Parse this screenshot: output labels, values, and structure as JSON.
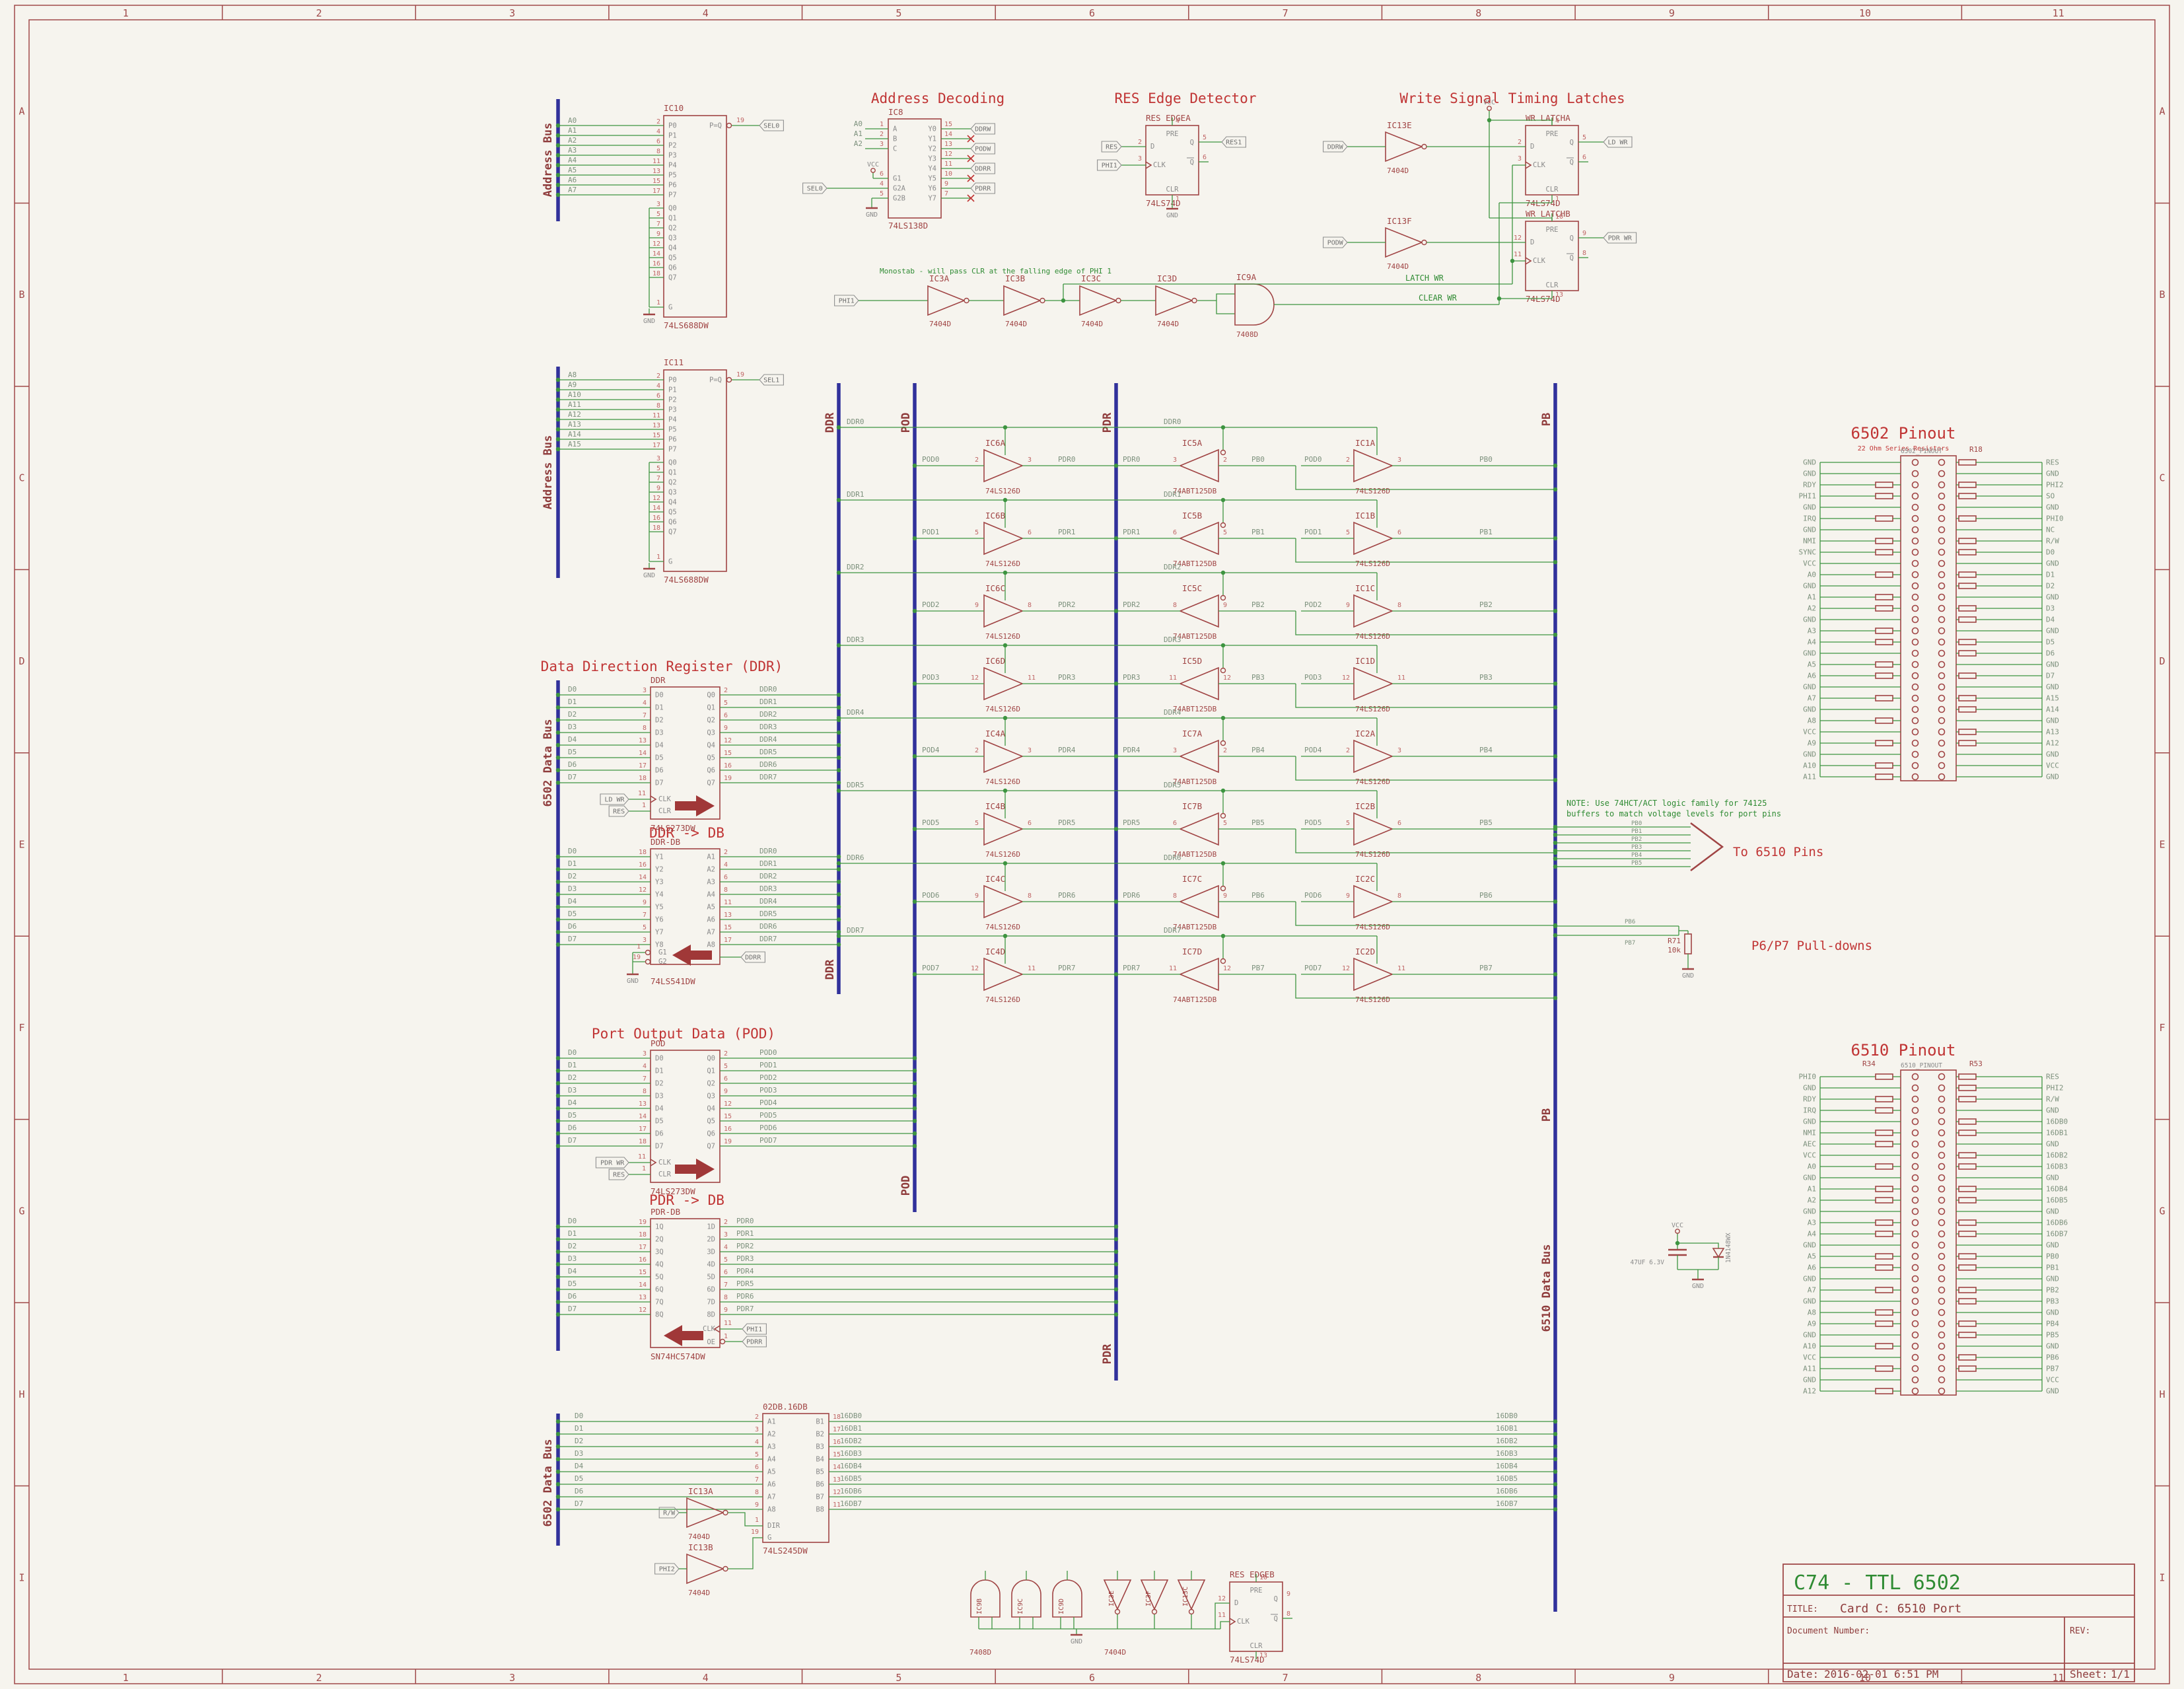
{
  "sheet": {
    "columns": [
      "1",
      "2",
      "3",
      "4",
      "5",
      "6",
      "7",
      "8",
      "9",
      "10",
      "11"
    ],
    "rows": [
      "A",
      "B",
      "C",
      "D",
      "E",
      "F",
      "G",
      "H",
      "I"
    ]
  },
  "colors": {
    "component": "#a04444",
    "wire": "#3d9440",
    "bus": "#31319b",
    "title": "#c03434",
    "project_green": "#2f8b33"
  },
  "titles": {
    "address_decoding": "Address Decoding",
    "res_edge_detector": "RES Edge Detector",
    "write_latches": "Write Signal Timing Latches",
    "ddr": "Data Direction Register (DDR)",
    "ddr_db": "DDR -> DB",
    "pod": "Port Output Data (POD)",
    "pdr_db": "PDR -> DB",
    "pinout_6502": "6502 Pinout",
    "pinout_6502_sub": "22 Ohm Series Resistors",
    "pinout_6510": "6510 Pinout",
    "to_6510_pins": "To 6510 Pins",
    "pulldowns": "P6/P7 Pull-downs"
  },
  "notes": {
    "monostab": "Monostab - will pass CLR at the falling edge of PHI 1",
    "hct1": "NOTE: Use 74HCT/ACT logic family for 74125",
    "hct2": "buffers to match voltage levels for port pins"
  },
  "net_labels": {
    "latch_wr": "LATCH WR",
    "clear_wr": "CLEAR WR"
  },
  "power": {
    "vcc": "VCC",
    "gnd": "GND"
  },
  "buses": {
    "address": "Address Bus",
    "data6502": "6502 Data Bus",
    "ddr": "DDR",
    "pod": "POD",
    "pdr": "PDR",
    "pb": "PB",
    "data6510": "6510 Data Bus"
  },
  "flags": {
    "res": "RES",
    "res1": "RES1",
    "phi1": "PHI1",
    "phi2": "PHI2",
    "rw": "R/W",
    "sel0": "SEL0",
    "sel1": "SEL1",
    "ddrw": "DDRW",
    "podw": "PODW",
    "ddrr": "DDRR",
    "pdrr": "PDRR",
    "ld_wr": "LD WR",
    "pdr_wr": "PDR WR"
  },
  "comparator": {
    "part": "74LS688DW",
    "p_names": [
      "P0",
      "P1",
      "P2",
      "P3",
      "P4",
      "P5",
      "P6",
      "P7"
    ],
    "q_names": [
      "Q0",
      "Q1",
      "Q2",
      "Q3",
      "Q4",
      "Q5",
      "Q6",
      "Q7"
    ],
    "p_nums": [
      "2",
      "4",
      "6",
      "8",
      "11",
      "13",
      "15",
      "17"
    ],
    "q_nums": [
      "3",
      "5",
      "7",
      "9",
      "12",
      "14",
      "16",
      "18"
    ],
    "g_name": "G",
    "g_num": "1",
    "out_name": "P=Q",
    "out_num": "19",
    "ic10": {
      "name": "IC10",
      "addr": [
        "A0",
        "A1",
        "A2",
        "A3",
        "A4",
        "A5",
        "A6",
        "A7"
      ],
      "flag": "SEL0"
    },
    "ic11": {
      "name": "IC11",
      "addr": [
        "A8",
        "A9",
        "A10",
        "A11",
        "A12",
        "A13",
        "A14",
        "A15"
      ],
      "flag": "SEL1"
    }
  },
  "decoder": {
    "name": "IC8",
    "part": "74LS138D",
    "in_names": [
      "A",
      "B",
      "C"
    ],
    "in_nums": [
      "1",
      "2",
      "3"
    ],
    "in_nets": [
      "A0",
      "A1",
      "A2"
    ],
    "en_names": [
      "G1",
      "G2A",
      "G2B"
    ],
    "en_nums": [
      "6",
      "4",
      "5"
    ],
    "out_names": [
      "Y0",
      "Y1",
      "Y2",
      "Y3",
      "Y4",
      "Y5",
      "Y6",
      "Y7"
    ],
    "out_nums": [
      "15",
      "14",
      "13",
      "12",
      "11",
      "10",
      "9",
      "7"
    ],
    "out_flags": [
      "DDRW",
      "",
      "PODW",
      "",
      "DDRR",
      "",
      "PDRR",
      ""
    ]
  },
  "ffs": {
    "part": "74LS74D",
    "pins": {
      "pre": "PRE",
      "d": "D",
      "clk": "CLK",
      "clr": "CLR",
      "q": "Q"
    },
    "unit_a": {
      "pre": "4",
      "d": "2",
      "clk": "3",
      "clr": "1",
      "q": "5",
      "qb": "6"
    },
    "unit_b": {
      "pre": "10",
      "d": "12",
      "clk": "11",
      "clr": "13",
      "q": "9",
      "qb": "8"
    },
    "res_edge_a": {
      "name": "RES EDGEA"
    },
    "res_edge_b": {
      "name": "RES EDGEB"
    },
    "wr_latch_a": {
      "name": "WR LATCHA"
    },
    "wr_latch_b": {
      "name": "WR LATCHB"
    }
  },
  "inverters": {
    "part": "7404D",
    "chain": [
      "IC3A",
      "IC3B",
      "IC3C",
      "IC3D"
    ],
    "latch_drivers": [
      "IC13E",
      "IC13F"
    ],
    "latch_driver_flags": [
      "DDRW",
      "PODW"
    ],
    "bus_drivers": [
      "IC13A",
      "IC13B"
    ],
    "bus_driver_flags": [
      "R/W",
      "PHI2"
    ],
    "spare": [
      "IC3E",
      "IC3F",
      "IC13C"
    ]
  },
  "and_gate": {
    "name": "IC9A",
    "part": "7408D",
    "spare": [
      "IC9B",
      "IC9C",
      "IC9D"
    ]
  },
  "buffer_cols": {
    "left_part": "74LS126D",
    "mid_part": "74ABT125DB",
    "right_part": "74LS126D"
  },
  "buffer_rows": [
    {
      "left": "IC6A",
      "mid": "IC5A",
      "right": "IC1A",
      "ddr": "DDR0",
      "pod": "POD0",
      "pdr": "PDR0",
      "pb": "PB0",
      "in": "2",
      "out": "3"
    },
    {
      "left": "IC6B",
      "mid": "IC5B",
      "right": "IC1B",
      "ddr": "DDR1",
      "pod": "POD1",
      "pdr": "PDR1",
      "pb": "PB1",
      "in": "5",
      "out": "6"
    },
    {
      "left": "IC6C",
      "mid": "IC5C",
      "right": "IC1C",
      "ddr": "DDR2",
      "pod": "POD2",
      "pdr": "PDR2",
      "pb": "PB2",
      "in": "9",
      "out": "8"
    },
    {
      "left": "IC6D",
      "mid": "IC5D",
      "right": "IC1D",
      "ddr": "DDR3",
      "pod": "POD3",
      "pdr": "PDR3",
      "pb": "PB3",
      "in": "12",
      "out": "11"
    },
    {
      "left": "IC4A",
      "mid": "IC7A",
      "right": "IC2A",
      "ddr": "DDR4",
      "pod": "POD4",
      "pdr": "PDR4",
      "pb": "PB4",
      "in": "2",
      "out": "3"
    },
    {
      "left": "IC4B",
      "mid": "IC7B",
      "right": "IC2B",
      "ddr": "DDR5",
      "pod": "POD5",
      "pdr": "PDR5",
      "pb": "PB5",
      "in": "5",
      "out": "6"
    },
    {
      "left": "IC4C",
      "mid": "IC7C",
      "right": "IC2C",
      "ddr": "DDR6",
      "pod": "POD6",
      "pdr": "PDR6",
      "pb": "PB6",
      "in": "9",
      "out": "8"
    },
    {
      "left": "IC4D",
      "mid": "IC7D",
      "right": "IC2D",
      "ddr": "DDR7",
      "pod": "POD7",
      "pdr": "PDR7",
      "pb": "PB7",
      "in": "12",
      "out": "11"
    }
  ],
  "data_nets": [
    "D0",
    "D1",
    "D2",
    "D3",
    "D4",
    "D5",
    "D6",
    "D7"
  ],
  "ddr_nets": [
    "DDR0",
    "DDR1",
    "DDR2",
    "DDR3",
    "DDR4",
    "DDR5",
    "DDR6",
    "DDR7"
  ],
  "pod_nets": [
    "POD0",
    "POD1",
    "POD2",
    "POD3",
    "POD4",
    "POD5",
    "POD6",
    "POD7"
  ],
  "pdr_nets": [
    "PDR0",
    "PDR1",
    "PDR2",
    "PDR3",
    "PDR4",
    "PDR5",
    "PDR6",
    "PDR7"
  ],
  "pb_nets": [
    "PB0",
    "PB1",
    "PB2",
    "PB3",
    "PB4",
    "PB5",
    "PB6",
    "PB7"
  ],
  "db16_nets": [
    "16DB0",
    "16DB1",
    "16DB2",
    "16DB3",
    "16DB4",
    "16DB5",
    "16DB6",
    "16DB7"
  ],
  "registers": {
    "ddr": {
      "name": "DDR",
      "part": "74LS273DW",
      "left_names": [
        "D0",
        "D1",
        "D2",
        "D3",
        "D4",
        "D5",
        "D6",
        "D7"
      ],
      "right_names": [
        "Q0",
        "Q1",
        "Q2",
        "Q3",
        "Q4",
        "Q5",
        "Q6",
        "Q7"
      ],
      "left_nums": [
        "3",
        "4",
        "7",
        "8",
        "13",
        "14",
        "17",
        "18"
      ],
      "right_nums": [
        "2",
        "5",
        "6",
        "9",
        "12",
        "15",
        "16",
        "19"
      ],
      "clk_name": "CLK",
      "clr_name": "CLR",
      "clk_num": "11",
      "clr_num": "1"
    },
    "pod": {
      "name": "POD",
      "part": "74LS273DW",
      "left_names": [
        "D0",
        "D1",
        "D2",
        "D3",
        "D4",
        "D5",
        "D6",
        "D7"
      ],
      "right_names": [
        "Q0",
        "Q1",
        "Q2",
        "Q3",
        "Q4",
        "Q5",
        "Q6",
        "Q7"
      ],
      "left_nums": [
        "3",
        "4",
        "7",
        "8",
        "13",
        "14",
        "17",
        "18"
      ],
      "right_nums": [
        "2",
        "5",
        "6",
        "9",
        "12",
        "15",
        "16",
        "19"
      ],
      "clk_name": "CLK",
      "clr_name": "CLR",
      "clk_num": "11",
      "clr_num": "1"
    },
    "ddr_db": {
      "name": "DDR-DB",
      "part": "74LS541DW",
      "left_names": [
        "Y1",
        "Y2",
        "Y3",
        "Y4",
        "Y5",
        "Y6",
        "Y7",
        "Y8"
      ],
      "right_names": [
        "A1",
        "A2",
        "A3",
        "A4",
        "A5",
        "A6",
        "A7",
        "A8"
      ],
      "left_nums": [
        "18",
        "16",
        "14",
        "12",
        "9",
        "7",
        "5",
        "3"
      ],
      "right_nums": [
        "2",
        "4",
        "6",
        "8",
        "11",
        "13",
        "15",
        "17"
      ],
      "oe_names": [
        "G1",
        "G2"
      ],
      "oe_nums": [
        "1",
        "19"
      ]
    },
    "pdr_db": {
      "name": "PDR-DB",
      "part": "SN74HC574DW",
      "left_names": [
        "1Q",
        "2Q",
        "3Q",
        "4Q",
        "5Q",
        "6Q",
        "7Q",
        "8Q"
      ],
      "right_names": [
        "1D",
        "2D",
        "3D",
        "4D",
        "5D",
        "6D",
        "7D",
        "8D"
      ],
      "left_nums": [
        "19",
        "18",
        "17",
        "16",
        "15",
        "14",
        "13",
        "12"
      ],
      "right_nums": [
        "2",
        "3",
        "4",
        "5",
        "6",
        "7",
        "8",
        "9"
      ],
      "clk_name": "CLK",
      "oe_name": "OE",
      "clk_num": "11",
      "oe_num": "1"
    },
    "xcvr": {
      "name": "02DB.16DB",
      "part": "74LS245DW",
      "left_names": [
        "A1",
        "A2",
        "A3",
        "A4",
        "A5",
        "A6",
        "A7",
        "A8"
      ],
      "right_names": [
        "B1",
        "B2",
        "B3",
        "B4",
        "B5",
        "B6",
        "B7",
        "B8"
      ],
      "left_nums": [
        "2",
        "3",
        "4",
        "5",
        "6",
        "7",
        "8",
        "9"
      ],
      "right_nums": [
        "18",
        "17",
        "16",
        "15",
        "14",
        "13",
        "12",
        "11"
      ],
      "dir_name": "DIR",
      "dir_num": "1",
      "g_name": "G",
      "g_num": "19"
    }
  },
  "pinout_6502": {
    "conn": "6502_PINOUT",
    "r_ref": "R18",
    "left": [
      "GND",
      "GND",
      "RDY",
      "PHI1",
      "GND",
      "IRQ",
      "GND",
      "NMI",
      "SYNC",
      "VCC",
      "A0",
      "GND",
      "A1",
      "A2",
      "GND",
      "A3",
      "A4",
      "GND",
      "A5",
      "A6",
      "GND",
      "A7",
      "GND",
      "A8",
      "VCC",
      "A9",
      "GND",
      "A10",
      "A11"
    ],
    "right": [
      "RES",
      "GND",
      "PHI2",
      "SO",
      "GND",
      "PHI0",
      "NC",
      "R/W",
      "D0",
      "GND",
      "D1",
      "D2",
      "GND",
      "D3",
      "D4",
      "GND",
      "D5",
      "D6",
      "GND",
      "D7",
      "GND",
      "A15",
      "A14",
      "GND",
      "A13",
      "A12",
      "GND",
      "VCC",
      "GND"
    ]
  },
  "pinout_6510": {
    "conn": "6510_PINOUT",
    "r_left": "R34",
    "r_right": "R53",
    "left": [
      "PHI0",
      "GND",
      "RDY",
      "IRQ",
      "GND",
      "NMI",
      "AEC",
      "VCC",
      "A0",
      "GND",
      "A1",
      "A2",
      "GND",
      "A3",
      "A4",
      "GND",
      "A5",
      "A6",
      "GND",
      "A7",
      "GND",
      "A8",
      "A9",
      "GND",
      "A10",
      "VCC",
      "A11",
      "GND",
      "A12"
    ],
    "right": [
      "RES",
      "PHI2",
      "R/W",
      "GND",
      "16DB0",
      "16DB1",
      "GND",
      "16DB2",
      "16DB3",
      "GND",
      "16DB4",
      "16DB5",
      "GND",
      "16DB6",
      "16DB7",
      "GND",
      "PB0",
      "PB1",
      "GND",
      "PB2",
      "PB3",
      "GND",
      "PB4",
      "PB5",
      "GND",
      "PB6",
      "PB7",
      "VCC",
      "GND"
    ]
  },
  "to_6510": {
    "pins": [
      "PB0",
      "PB1",
      "PB2",
      "PB3",
      "PB4",
      "PB5"
    ]
  },
  "pulldown": {
    "pins": [
      "PB6",
      "PB7"
    ],
    "ref": "R71",
    "value": "10k"
  },
  "decouple": {
    "cap_value": "47UF 6.3V",
    "diode": "1N4148WX"
  },
  "title_block": {
    "project": "C74 - TTL 6502",
    "title_label": "TITLE:",
    "title_value": "Card C: 6510 Port",
    "doc_label": "Document Number:",
    "rev_label": "REV:",
    "date_label": "Date:",
    "date_value": "2016-02-01 6:51 PM",
    "sheet_label": "Sheet:",
    "sheet_value": "1/1"
  }
}
